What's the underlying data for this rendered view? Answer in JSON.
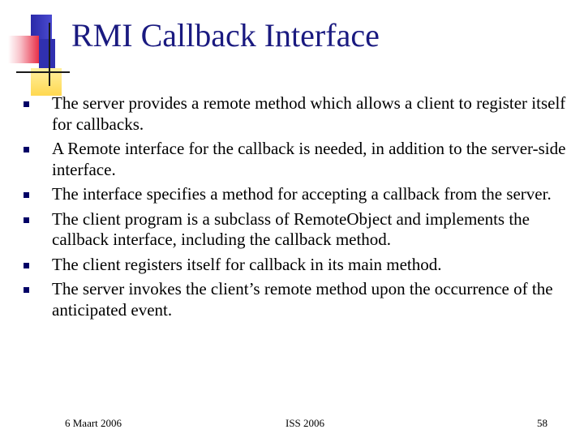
{
  "slide": {
    "title": "RMI Callback Interface",
    "bullets": [
      "The server provides a remote method which allows a client to register itself for callbacks.",
      "A Remote interface for the callback is needed, in addition to the server-side interface.",
      "The interface specifies a method for accepting a callback from the server.",
      "The client program is a subclass of RemoteObject and implements the callback interface, including the callback method.",
      "The client registers itself for callback in its main method.",
      "The server invokes the client’s remote method upon the occurrence of the anticipated event."
    ]
  },
  "footer": {
    "date": "6 Maart 2006",
    "center": "ISS 2006",
    "page": "58"
  },
  "colors": {
    "title": "#1a1a80",
    "bullet_marker": "#000066"
  },
  "icons": {
    "logo": "decorative-squares-logo",
    "bullet": "square-bullet-icon"
  }
}
